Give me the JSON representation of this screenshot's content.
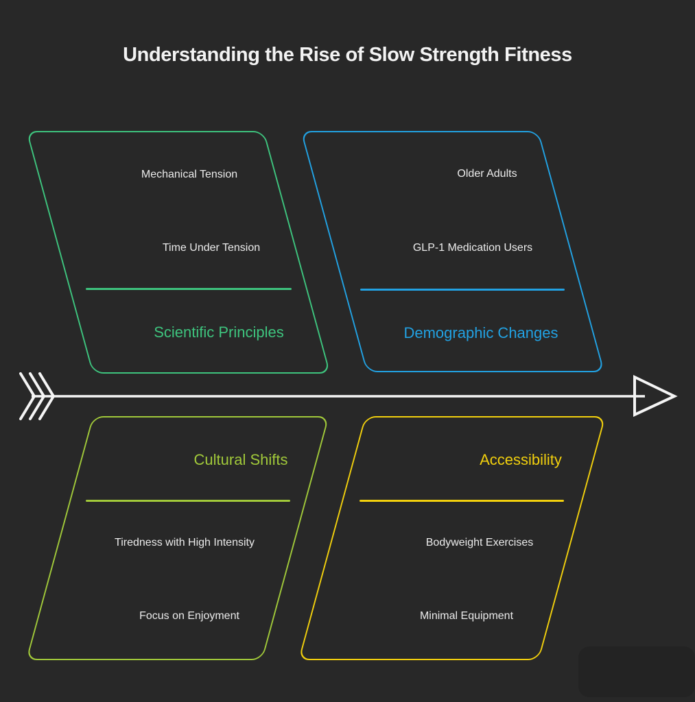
{
  "title": "Understanding the Rise of Slow Strength Fitness",
  "colors": {
    "background": "#282828",
    "arrow": "#f5f5f5",
    "item_text": "#ececec",
    "title_text": "#f3f3f3"
  },
  "icons": {
    "arrow_fletching": "triple-chevron-fletching",
    "arrow_head": "open-triangle-right"
  },
  "sections": [
    {
      "id": "scientific-principles",
      "label": "Scientific Principles",
      "color": "#3ec47e",
      "position": "top-left",
      "items": [
        "Mechanical Tension",
        "Time Under Tension"
      ]
    },
    {
      "id": "demographic-changes",
      "label": "Demographic Changes",
      "color": "#22a2e3",
      "position": "top-right",
      "items": [
        "Older Adults",
        "GLP-1 Medication Users"
      ]
    },
    {
      "id": "cultural-shifts",
      "label": "Cultural Shifts",
      "color": "#a1c93a",
      "position": "bottom-left",
      "items": [
        "Tiredness with High Intensity",
        "Focus on Enjoyment"
      ]
    },
    {
      "id": "accessibility",
      "label": "Accessibility",
      "color": "#f2d00d",
      "position": "bottom-right",
      "items": [
        "Bodyweight Exercises",
        "Minimal Equipment"
      ]
    }
  ]
}
